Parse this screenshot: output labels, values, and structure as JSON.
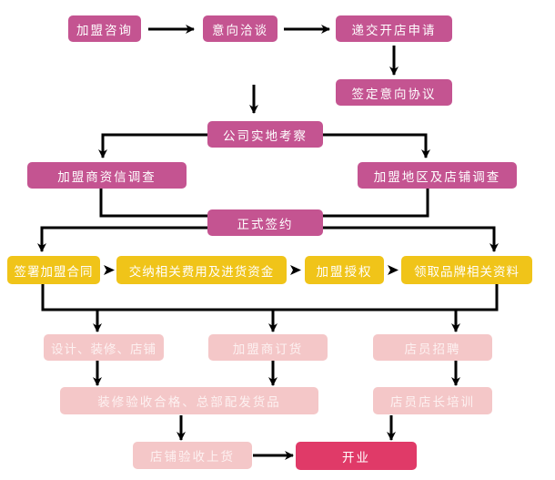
{
  "title": "加盟流程",
  "colors": {
    "stage1": "#c45491",
    "stage2": "#f0c419",
    "stage3": "#f4c7c8",
    "final": "#e03a68",
    "connector": "#000000"
  },
  "nodes": {
    "consult": "加盟咨询",
    "negotiate": "意向洽谈",
    "apply": "递交开店申请",
    "intent_agreement": "签定意向协议",
    "site_inspection": "公司实地考察",
    "credit_check": "加盟商资信调查",
    "area_survey": "加盟地区及店铺调查",
    "formal_signing": "正式签约",
    "sign_contract": "签署加盟合同",
    "pay_fees": "交纳相关费用及进货资金",
    "authorization": "加盟授权",
    "brand_materials": "领取品牌相关资料",
    "design_decor": "设计、装修、店铺",
    "order_goods": "加盟商订货",
    "recruit_staff": "店员招聘",
    "acceptance_delivery": "装修验收合格、总部配发货品",
    "staff_training": "店员店长培训",
    "store_stocking": "店铺验收上货",
    "opening": "开业"
  },
  "edges": [
    [
      "consult",
      "negotiate"
    ],
    [
      "negotiate",
      "apply"
    ],
    [
      "apply",
      "intent_agreement"
    ],
    [
      "intent_agreement",
      "site_inspection"
    ],
    [
      "site_inspection",
      "credit_check"
    ],
    [
      "site_inspection",
      "area_survey"
    ],
    [
      "credit_check",
      "formal_signing"
    ],
    [
      "area_survey",
      "formal_signing"
    ],
    [
      "formal_signing",
      "sign_contract"
    ],
    [
      "formal_signing",
      "brand_materials"
    ],
    [
      "sign_contract",
      "pay_fees"
    ],
    [
      "pay_fees",
      "authorization"
    ],
    [
      "authorization",
      "brand_materials"
    ],
    [
      "sign_contract",
      "design_decor"
    ],
    [
      "sign_contract",
      "order_goods"
    ],
    [
      "brand_materials",
      "recruit_staff"
    ],
    [
      "design_decor",
      "acceptance_delivery"
    ],
    [
      "order_goods",
      "acceptance_delivery"
    ],
    [
      "recruit_staff",
      "staff_training"
    ],
    [
      "acceptance_delivery",
      "store_stocking"
    ],
    [
      "staff_training",
      "opening"
    ],
    [
      "store_stocking",
      "opening"
    ]
  ]
}
